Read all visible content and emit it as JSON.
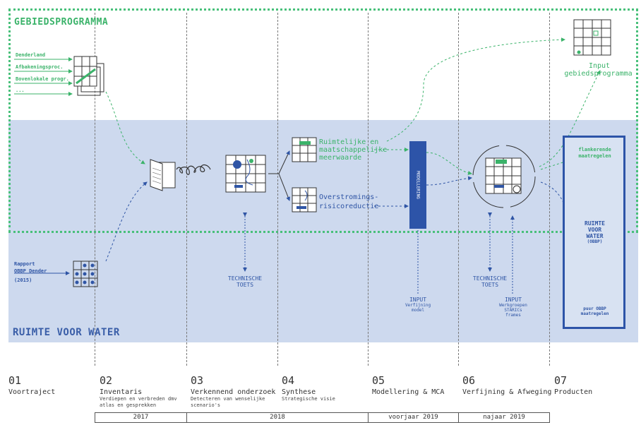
{
  "titles": {
    "gebiedsprogramma": "GEBIEDSPROGRAMMA",
    "ruimte_voor_water": "RUIMTE VOOR WATER"
  },
  "inputs_top": [
    "Denderland",
    "Afbakeningsproc.",
    "Bovenlokale progr.",
    "..."
  ],
  "report": {
    "line1": "Rapport",
    "line2": "OBBP Dender",
    "line3": "(2015)"
  },
  "labels": {
    "ruimtelijke_1": "Ruimtelijke en",
    "ruimtelijke_2": "maatschappelijke",
    "ruimtelijke_3": "meerwaarde",
    "overstroming_1": "Overstromings-",
    "overstroming_2": "risicoreductie",
    "modellering": "MODELLERING",
    "input_gebied_1": "Input",
    "input_gebied_2": "gebiedsprogramma",
    "technische_1": "TECHNISCHE",
    "technische_2": "TOETS",
    "input_verf_1": "INPUT",
    "input_verf_2": "Verfijning",
    "input_verf_3": "model",
    "input_werk_1": "INPUT",
    "input_werk_2": "Werkgroepen",
    "input_werk_3": "STARICs",
    "input_werk_4": "frames"
  },
  "products": {
    "flank_1": "flankerende",
    "flank_2": "maatregelen",
    "rvw_1": "RUIMTE",
    "rvw_2": "VOOR",
    "rvw_3": "WATER",
    "rvw_4": "(OBBP)",
    "puur_1": "puur OBBP",
    "puur_2": "maatregelen"
  },
  "phases": [
    {
      "num": "01",
      "name": "Voortraject",
      "sub": ""
    },
    {
      "num": "02",
      "name": "Inventaris",
      "sub": "Verdiepen en verbreden dmv atlas en gesprekken"
    },
    {
      "num": "03",
      "name": "Verkennend onderzoek",
      "sub": "Detecteren van wenselijke scenario's"
    },
    {
      "num": "04",
      "name": "Synthese",
      "sub": "Strategische visie"
    },
    {
      "num": "05",
      "name": "Modellering & MCA",
      "sub": ""
    },
    {
      "num": "06",
      "name": "Verfijning & Afweging",
      "sub": ""
    },
    {
      "num": "07",
      "name": "Producten",
      "sub": ""
    }
  ],
  "timeline": [
    "2017",
    "2018",
    "voorjaar 2019",
    "najaar 2019"
  ],
  "colors": {
    "green": "#3bb36a",
    "blue": "#2d54a8",
    "band": "#cdd9ee"
  }
}
